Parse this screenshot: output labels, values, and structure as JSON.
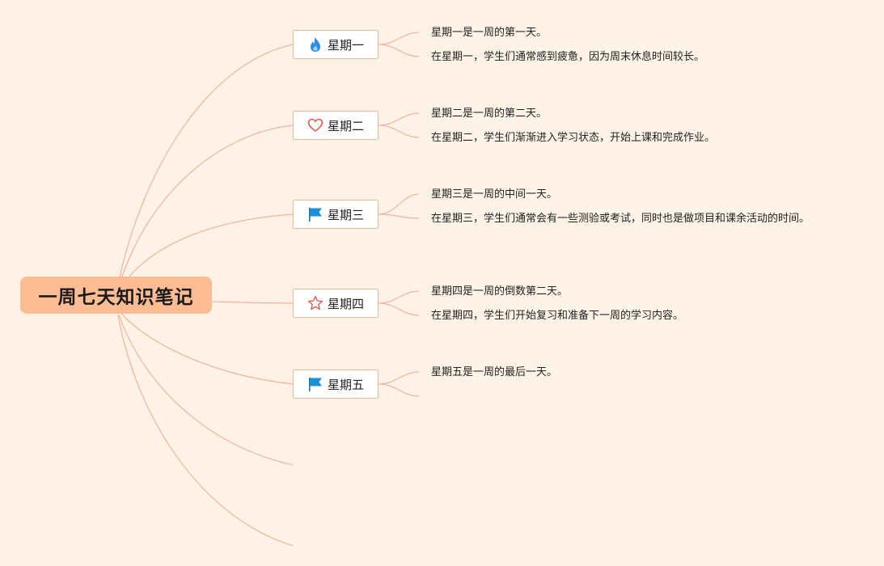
{
  "root": {
    "title": "一周七天知识笔记"
  },
  "days": [
    {
      "label": "星期一",
      "icon": "fire-icon",
      "details": [
        "星期一是一周的第一天。",
        "在星期一，学生们通常感到疲惫，因为周末休息时间较长。"
      ]
    },
    {
      "label": "星期二",
      "icon": "heart-icon",
      "details": [
        "星期二是一周的第二天。",
        "在星期二，学生们渐渐进入学习状态，开始上课和完成作业。"
      ]
    },
    {
      "label": "星期三",
      "icon": "flag-icon",
      "details": [
        "星期三是一周的中间一天。",
        "在星期三，学生们通常会有一些测验或考试，同时也是做项目和课余活动的时间。"
      ]
    },
    {
      "label": "星期四",
      "icon": "star-icon",
      "details": [
        "星期四是一周的倒数第二天。",
        "在星期四，学生们开始复习和准备下一周的学习内容。"
      ]
    },
    {
      "label": "星期五",
      "icon": "flag-icon",
      "details": [
        "星期五是一周的最后一天。",
        ""
      ]
    }
  ],
  "colors": {
    "background": "#fff3e7",
    "root_fill": "#fdbc93",
    "branch_line": "#f4a688",
    "node_border": "#f6b896",
    "fire": "#2b8be0",
    "heart": "#e25a4f",
    "flag": "#1d8fd9",
    "star": "#e25a4f"
  }
}
